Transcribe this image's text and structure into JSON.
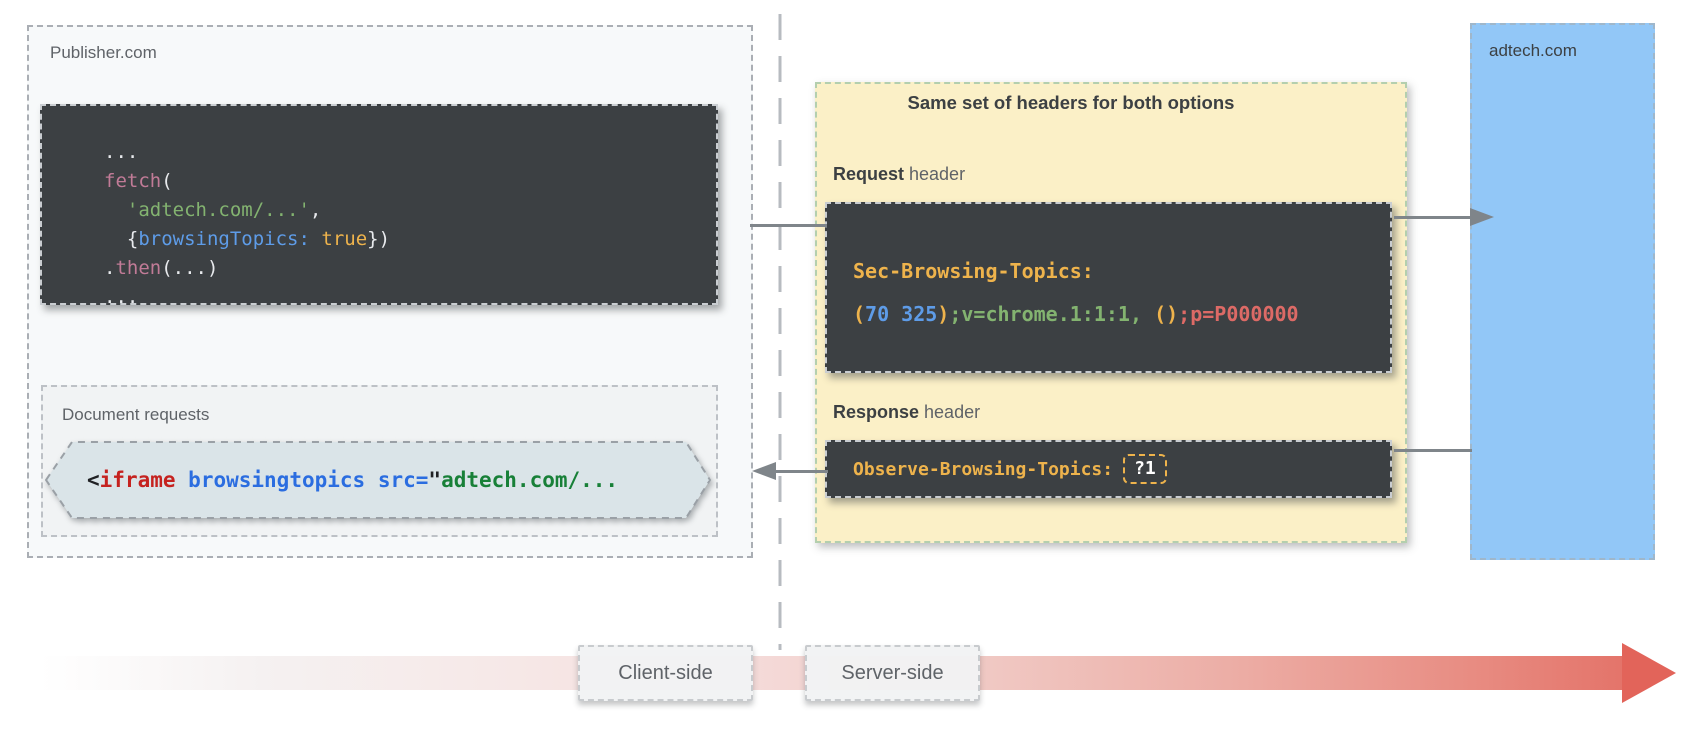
{
  "palette": {
    "fg": "#e8eaed",
    "pink": "#c17b97",
    "green": "#83b370",
    "blue": "#5e9ce8",
    "yellow": "#eeb34c",
    "red": "#dd6a66",
    "dark": "#202124",
    "tagRed": "#c5221f",
    "attrBlue": "#2b6de0",
    "strGreen": "#188038"
  },
  "colors": {
    "yellow_panel_bg": "#fbf0c7",
    "adtech_panel_bg": "#92c7f7",
    "code_block_bg": "#3c4043",
    "arrow_gray": "#7f858a",
    "timeline_red": "#e2645a"
  },
  "publisher": {
    "label": "Publisher.com",
    "fetch_code": [
      [
        {
          "t": "...",
          "c": "fg"
        }
      ],
      [
        {
          "t": "fetch",
          "c": "pink"
        },
        {
          "t": "(",
          "c": "fg"
        }
      ],
      [
        {
          "t": "  ",
          "c": "fg"
        },
        {
          "t": "'adtech.com/...'",
          "c": "green"
        },
        {
          "t": ",",
          "c": "fg"
        }
      ],
      [
        {
          "t": "  {",
          "c": "fg"
        },
        {
          "t": "browsingTopics",
          "c": "blue"
        },
        {
          "t": ":",
          "c": "blue"
        },
        {
          "t": " ",
          "c": "fg"
        },
        {
          "t": "true",
          "c": "yellow"
        },
        {
          "t": "})",
          "c": "fg"
        }
      ],
      [
        {
          "t": ".",
          "c": "fg"
        },
        {
          "t": "then",
          "c": "pink"
        },
        {
          "t": "(...)",
          "c": "fg"
        }
      ],
      [
        {
          "t": "...",
          "c": "fg"
        }
      ]
    ],
    "document_requests": {
      "label": "Document requests",
      "iframe_code": [
        [
          {
            "t": "<",
            "c": "dark"
          },
          {
            "t": "iframe",
            "c": "tagRed"
          },
          {
            "t": " ",
            "c": "dark"
          },
          {
            "t": "browsingtopics src",
            "c": "attrBlue"
          },
          {
            "t": "=",
            "c": "attrBlue"
          },
          {
            "t": "\"",
            "c": "dark"
          },
          {
            "t": "adtech.com/...",
            "c": "strGreen"
          }
        ]
      ]
    }
  },
  "headers_panel": {
    "title": "Same set of headers for both options",
    "request": {
      "label_bold": "Request",
      "label_rest": " header",
      "code": [
        [
          {
            "t": "Sec-Browsing-Topics:",
            "c": "yellow"
          }
        ],
        [
          {
            "t": "(",
            "c": "yellow"
          },
          {
            "t": "70 325",
            "c": "blue"
          },
          {
            "t": ")",
            "c": "yellow"
          },
          {
            "t": ";",
            "c": "green"
          },
          {
            "t": "v=chrome.1:1:1,",
            "c": "green"
          },
          {
            "t": " ",
            "c": "fg"
          },
          {
            "t": "()",
            "c": "yellow"
          },
          {
            "t": ";",
            "c": "red"
          },
          {
            "t": "p=P000000",
            "c": "red"
          }
        ]
      ]
    },
    "response": {
      "label_bold": "Response",
      "label_rest": " header",
      "code": [
        [
          {
            "t": "Observe-Browsing-Topics:",
            "c": "yellow"
          }
        ]
      ],
      "value": "?1"
    }
  },
  "adtech": {
    "label": "adtech.com"
  },
  "timeline": {
    "client_label": "Client-side",
    "server_label": "Server-side"
  }
}
